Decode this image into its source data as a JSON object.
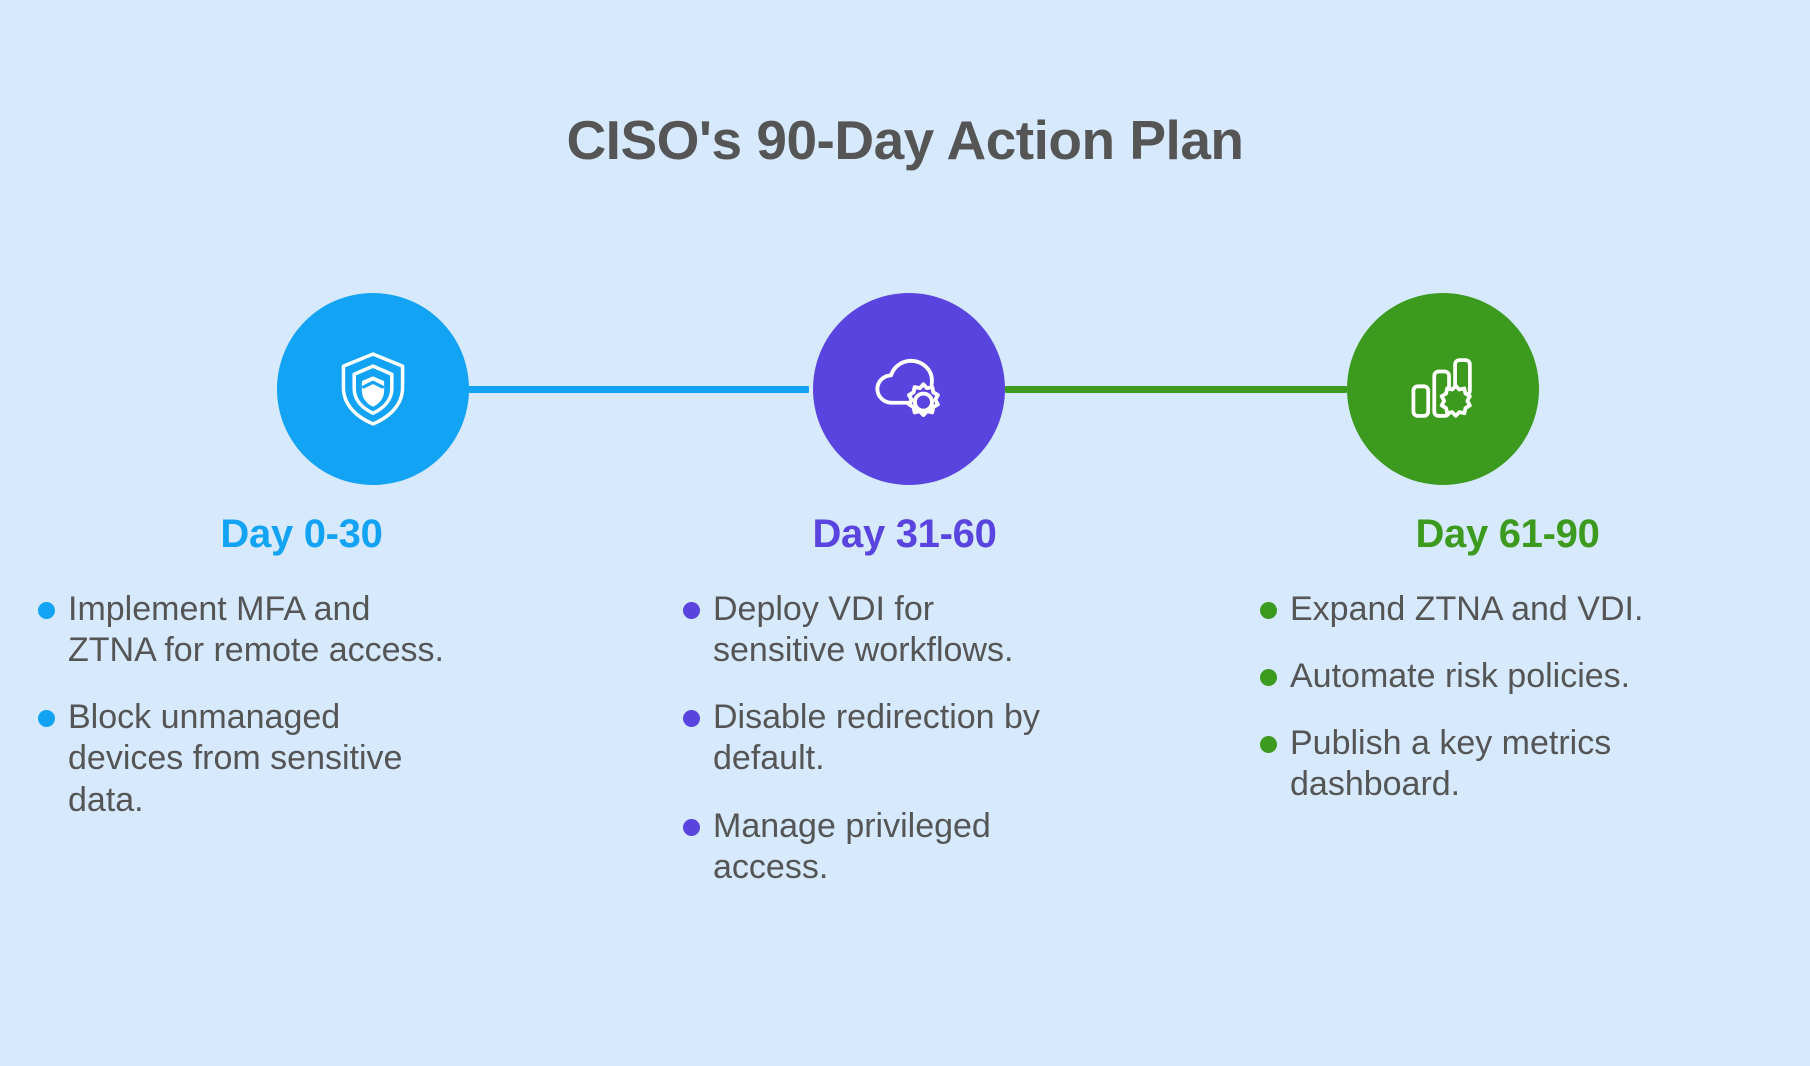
{
  "page": {
    "title": "CISO's 90-Day Action Plan",
    "background_color": "#d7e9fd",
    "text_color": "#555555"
  },
  "phases": [
    {
      "id": "day-0-30",
      "label": "Day 0-30",
      "color": "#13a3f5",
      "icon": "shield-icon",
      "bullets": [
        "Implement MFA and ZTNA for remote access.",
        "Block unmanaged devices from sensitive data."
      ]
    },
    {
      "id": "day-31-60",
      "label": "Day 31-60",
      "color": "#5a44e0",
      "icon": "cloud-cog-icon",
      "bullets": [
        "Deploy VDI for sensitive workflows.",
        "Disable redirection by default.",
        "Manage privileged access."
      ]
    },
    {
      "id": "day-61-90",
      "label": "Day 61-90",
      "color": "#3c9a1e",
      "icon": "bar-chart-cog-icon",
      "bullets": [
        "Expand ZTNA and VDI.",
        "Automate risk policies.",
        "Publish a key metrics dashboard."
      ]
    }
  ],
  "connectors": [
    {
      "id": "connector-1",
      "color": "#13a3f5"
    },
    {
      "id": "connector-2",
      "color": "#3c9a1e"
    }
  ]
}
